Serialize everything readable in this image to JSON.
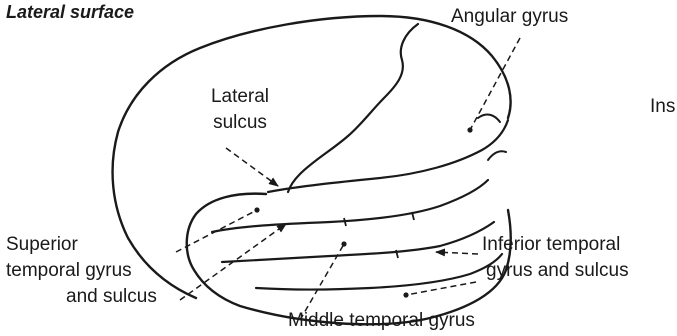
{
  "heading": "Lateral surface",
  "labels": {
    "angular_gyrus": "Angular gyrus",
    "lateral_sulcus_line1": "Lateral",
    "lateral_sulcus_line2": "sulcus",
    "inferior_temporal_line1": "Inferior temporal",
    "inferior_temporal_line2": "gyrus and sulcus",
    "superior_temporal_line1": "Superior",
    "superior_temporal_line2": "temporal gyrus",
    "superior_temporal_line3": "and sulcus",
    "middle_temporal_gyrus": "Middle temporal gyrus",
    "cut_off_label": "Ins"
  },
  "colors": {
    "ink": "#1a1a1a",
    "background": "#ffffff"
  }
}
